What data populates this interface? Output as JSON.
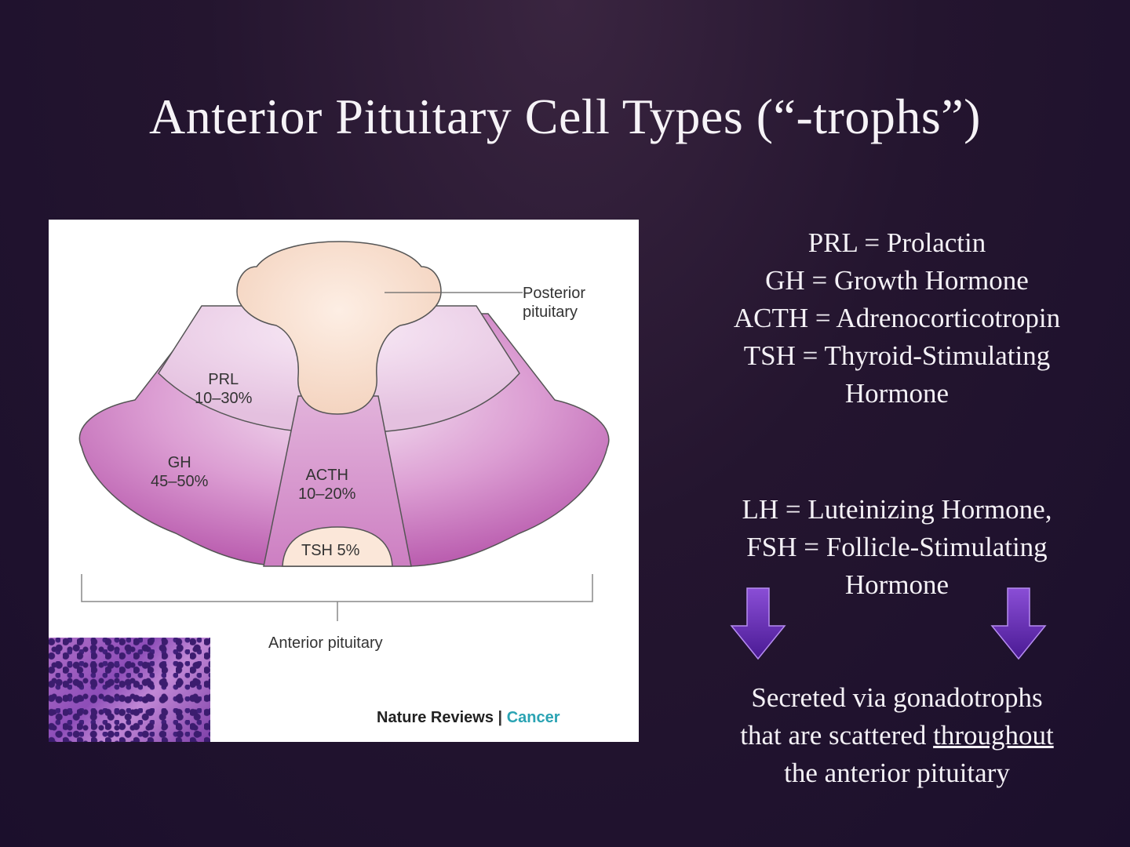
{
  "slide": {
    "title": "Anterior Pituitary Cell Types (“-trophs”)"
  },
  "figure": {
    "labels": {
      "posterior": [
        "Posterior",
        "pituitary"
      ],
      "prl": [
        "PRL",
        "10–30%"
      ],
      "gh": [
        "GH",
        "45–50%"
      ],
      "acth": [
        "ACTH",
        "10–20%"
      ],
      "tsh": "TSH 5%",
      "anterior": "Anterior pituitary"
    },
    "credit": {
      "journal": "Nature Reviews",
      "separator": "|",
      "section": "Cancer"
    },
    "colors": {
      "posterior_fill": "#f8dccb",
      "gh_fill": "#c873c0",
      "prl_fill": "#ecd3ea",
      "acth_fill": "#d590cc"
    }
  },
  "definitions": {
    "hormones": [
      "PRL = Prolactin",
      "GH = Growth Hormone",
      "ACTH = Adrenocorticotropin",
      "TSH = Thyroid-Stimulating",
      "Hormone"
    ],
    "gonadotropins": [
      "LH = Luteinizing Hormone,",
      "FSH = Follicle-Stimulating",
      "Hormone"
    ],
    "note": {
      "line1": "Secreted via gonadotrophs",
      "line2_pre": "that are scattered ",
      "line2_underline": "throughout",
      "line3": "the anterior pituitary"
    }
  }
}
